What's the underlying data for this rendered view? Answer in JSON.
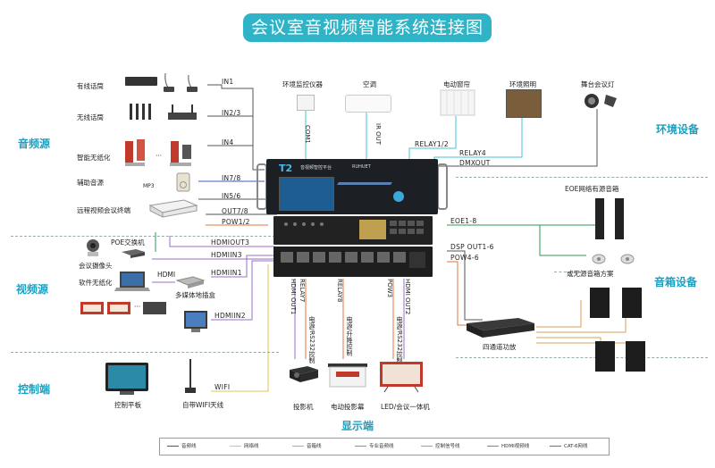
{
  "title": "会议室音视频智能系统连接图",
  "sections": {
    "audio_source": "音频源",
    "video_source": "视频源",
    "control": "控制端",
    "environment": "环境设备",
    "speaker": "音箱设备",
    "display": "显示端"
  },
  "devices": {
    "wired_mic": "有线话筒",
    "wireless_mic": "无线话筒",
    "paperless": "智能无纸化",
    "aux_audio": "辅助音源",
    "mp3": "MP3",
    "video_conf": "远程视频会议终端",
    "poe_switch": "POE交换机",
    "camera": "会议摄像头",
    "software_paperless": "软件无纸化",
    "hdmi": "HDMI",
    "media_box": "多媒体地插盒",
    "control_tablet": "控制平板",
    "wifi_antenna": "自带WIFI天线",
    "env_monitor": "环境监控仪器",
    "aircon": "空调",
    "curtain": "电动窗帘",
    "lighting": "环境照明",
    "stage_light": "舞台会议灯",
    "eoe_speaker": "EOE网络有源音箱",
    "passive_speaker": "或无源音箱方案",
    "amplifier": "四通道功放",
    "projector": "投影机",
    "screen": "电动投影幕",
    "led": "LED/会议一体机"
  },
  "main_unit": {
    "logo": "T2",
    "subtitle": "音视频智控平台",
    "brand": "RUHUET"
  },
  "ports_left": {
    "in1": "IN1",
    "in23": "IN2/3",
    "in4": "IN4",
    "in78": "IN7/8",
    "in56": "IN5/6",
    "out78": "OUT7/8",
    "pow12": "POW1/2",
    "hdmiout3": "HDMIOUT3",
    "hdmiin3": "HDMIIN3",
    "hdmiin1": "HDMIIN1",
    "hdmiin2": "HDMIIN2",
    "wifi": "WIFI"
  },
  "ports_top": {
    "com1": "COM1",
    "irout": "IR OUT",
    "relay12": "RELAY1/2",
    "relay4": "RELAY4",
    "dmxout": "DMXOUT"
  },
  "ports_right": {
    "eoe": "EOE1-8",
    "dsp": "DSP OUT1-6",
    "pow46": "POW4-6"
  },
  "ports_bottom": {
    "hdmiout1": "HDMI OUT1",
    "relay7": "RELAY7",
    "relay8": "RELAY8",
    "pow3": "POW3",
    "hdmiout2": "HDMI OUT2",
    "power_ctrl": "电源/RS232控制",
    "power_lift": "电源/升降控制",
    "power_ctrl2": "电源/RS232控制"
  },
  "legend": [
    {
      "label": "音频线",
      "color": "#555555"
    },
    {
      "label": "网络线",
      "color": "#e8c64a"
    },
    {
      "label": "音箱线",
      "color": "#d9a25a"
    },
    {
      "label": "专业音频线",
      "color": "#e0773a"
    },
    {
      "label": "控制信号线",
      "color": "#3fc4d4"
    },
    {
      "label": "HDMI视频线",
      "color": "#9b6cc7"
    },
    {
      "label": "CAT-6网线",
      "color": "#2e9a5a"
    }
  ]
}
